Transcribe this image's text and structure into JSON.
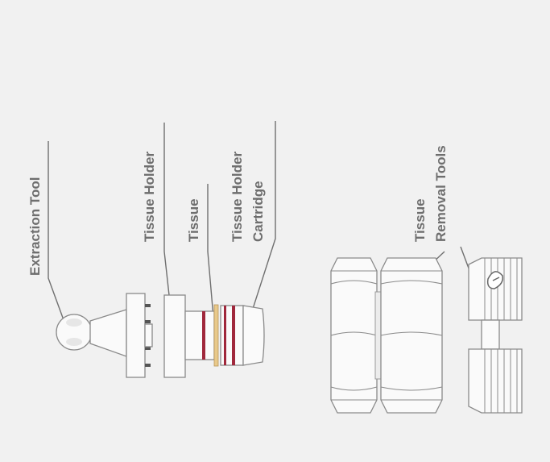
{
  "labels": {
    "extraction_tool": "Extraction Tool",
    "tissue_holder": "Tissue Holder",
    "tissue": "Tissue",
    "holder_cartridge_line1": "Tissue Holder",
    "holder_cartridge_line2": "Cartridge",
    "removal_tools_line1": "Tissue",
    "removal_tools_line2": "Removal Tools"
  },
  "colors": {
    "background": "#f1f1f1",
    "label_text": "#6e6e6e",
    "outline": "#8a8a8a",
    "red_ring": "#a0283c",
    "tissue_disc": "#e8c98a"
  }
}
